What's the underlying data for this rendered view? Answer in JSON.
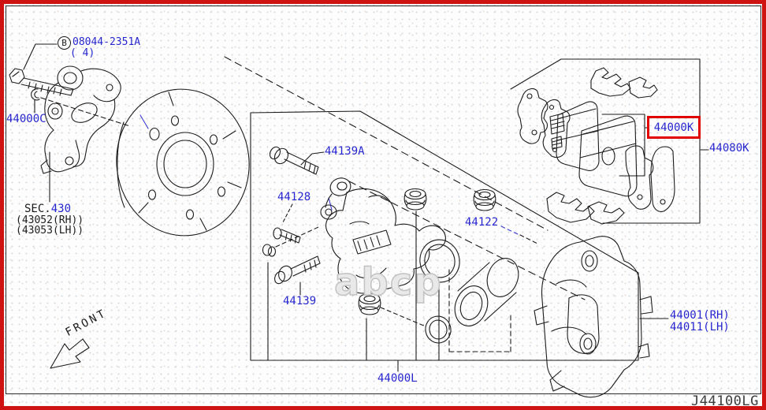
{
  "page": {
    "stamp": "J44100LG",
    "watermark": "abcp"
  },
  "front_arrow": {
    "label": "FRONT"
  },
  "colors": {
    "label_blue": "#2626cf",
    "line": "#1c1c1c",
    "highlight_red": "#e00000",
    "frame_red": "#cf1313"
  },
  "labels": {
    "bolt_badge": "B",
    "bolt_part": "08044-2351A",
    "bolt_qty": "( 4)",
    "clip_washer": "44000C",
    "sec_prefix": "SEC.",
    "sec_number": "430",
    "sec_rh": "(43052(RH))",
    "sec_lh": "(43053(LH))",
    "slide_pin_upper": "44139A",
    "bleeder": "44128",
    "slide_pin_lower": "44139",
    "piston": "44122",
    "seal_kit": "44000L",
    "pad_kit": "44000K",
    "pad_hardware_kit": "44080K",
    "caliper_rh": "44001(RH)",
    "caliper_lh": "44011(LH)"
  }
}
